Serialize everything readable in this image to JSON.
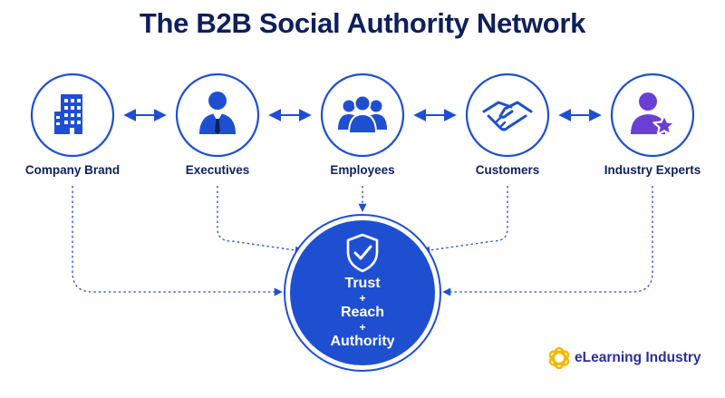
{
  "title": "The B2B Social Authority Network",
  "nodes": [
    {
      "label": "Company Brand",
      "icon": "building-icon"
    },
    {
      "label": "Executives",
      "icon": "executive-icon"
    },
    {
      "label": "Employees",
      "icon": "group-icon"
    },
    {
      "label": "Customers",
      "icon": "handshake-icon"
    },
    {
      "label": "Industry Experts",
      "icon": "expert-star-icon"
    }
  ],
  "hub": {
    "line1": "Trust",
    "plus1": "+",
    "line2": "Reach",
    "plus2": "+",
    "line3": "Authority",
    "icon": "shield-check-icon"
  },
  "brand": {
    "name": "eLearning Industry",
    "icon": "elearning-logo-icon"
  },
  "colors": {
    "primary": "#1f4fd1",
    "navy": "#0f1f5c",
    "expert_purple": "#6a3fd3",
    "logo_yellow": "#f5b800",
    "brand_text": "#2b2f9b"
  }
}
